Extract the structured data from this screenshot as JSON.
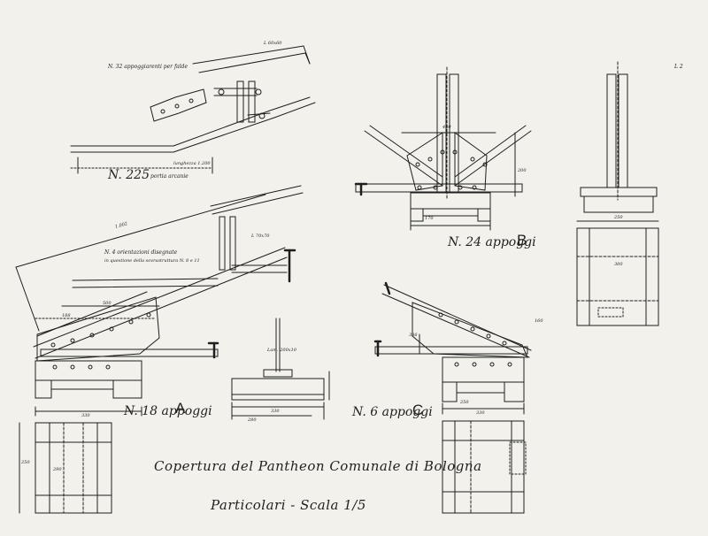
{
  "drawing": {
    "title": "Copertura del Pantheon Comunale di Bologna",
    "subtitle": "Particolari - Scala 1/5",
    "corner_mark": "L 2",
    "details": {
      "top": {
        "note": "N. 32 appoggiarenti per falde",
        "count": "N. 225",
        "count_suffix": "portia arcanie",
        "length": "lunghezza 1.200"
      },
      "A": {
        "caption": "N. 18 appoggi",
        "letter": "A",
        "note": "N. 4 orientazioni disegnate",
        "note2": "in questione della sovrastruttura N. 8 e 11",
        "length": "1.002",
        "dim_500": "500",
        "dim_188": "188",
        "dim_330": "330",
        "dim_250": "250",
        "dim_290": "290"
      },
      "B": {
        "caption": "N. 24 appoggi",
        "letter": "B",
        "dim_460": "460",
        "dim_170": "170",
        "dim_200": "200",
        "dim_250": "250",
        "dim_300": "300"
      },
      "C": {
        "caption": "N. 6 appoggi",
        "letter": "C",
        "dim_160": "160",
        "dim_336": "336",
        "dim_250": "250",
        "dim_330": "330"
      },
      "mid": {
        "dim_280": "280",
        "dim_330": "330"
      }
    },
    "profiles": {
      "angle_60": "L 60x60",
      "angle_70": "L 70x70",
      "plate": "Lam. 200x10"
    }
  }
}
